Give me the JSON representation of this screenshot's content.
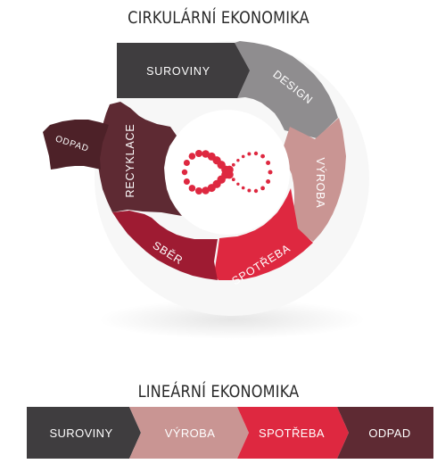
{
  "circular": {
    "title": "CIRKULÁRNÍ EKONOMIKA",
    "steps": {
      "suroviny": "SUROVINY",
      "design": "DESIGN",
      "vyroba": "VÝROBA",
      "spotreba": "SPOTŘEBA",
      "sber": "SBĚR",
      "recyklace": "RECYKLACE",
      "odpad": "ODPAD"
    },
    "center_icon": "infinity-dots-icon"
  },
  "linear": {
    "title": "LINEÁRNÍ EKONOMIKA",
    "steps": [
      "SUROVINY",
      "VÝROBA",
      "SPOTŘEBA",
      "ODPAD"
    ]
  },
  "colors": {
    "suroviny": "#3f3d3f",
    "design": "#8f8d8f",
    "vyroba": "#c99593",
    "spotreba": "#de2840",
    "sber": "#9e1b32",
    "recyklace": "#5e2a33",
    "odpad": "#4d2128",
    "icon": "#de2840"
  }
}
